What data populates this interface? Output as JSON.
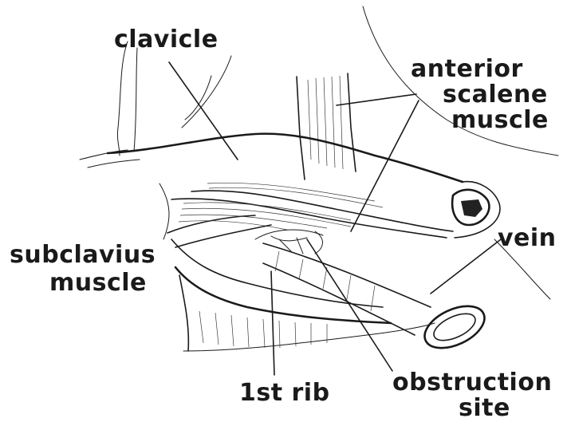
{
  "labels": {
    "clavicle": "clavicle",
    "anterior_scalene_line1": "anterior",
    "anterior_scalene_line2": "scalene",
    "anterior_scalene_line3": "muscle",
    "subclavius_line1": "subclavius",
    "subclavius_line2": "muscle",
    "vein": "vein",
    "first_rib": "1st rib",
    "obstruction_line1": "obstruction",
    "obstruction_line2": "site"
  }
}
